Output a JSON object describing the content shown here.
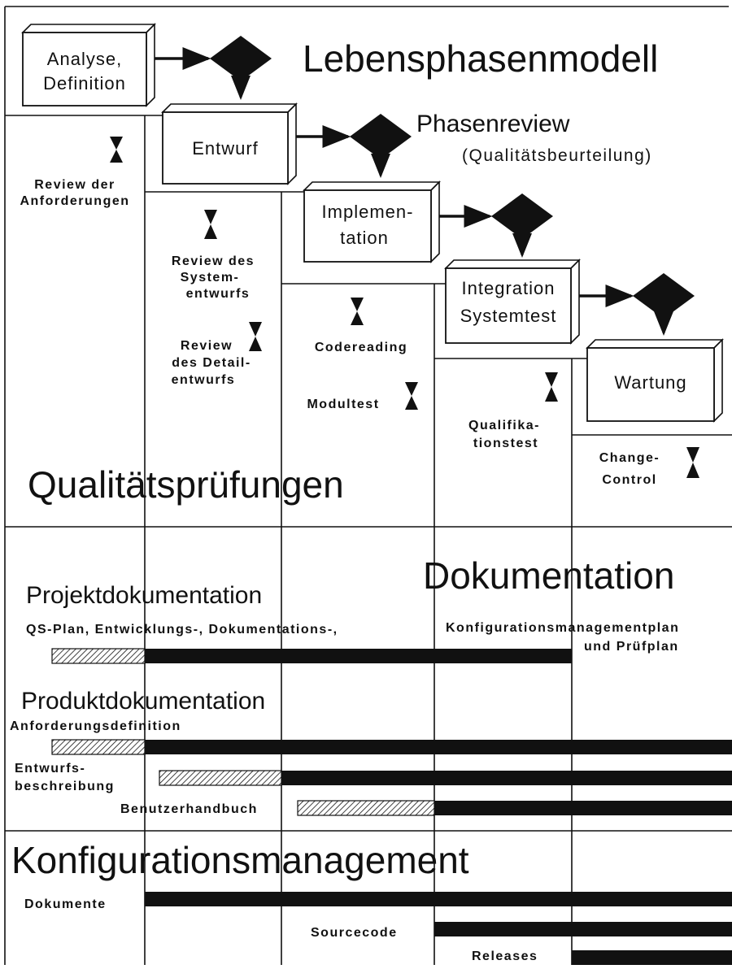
{
  "title": "Lebensphasenmodell",
  "review": {
    "heading": "Phasenreview",
    "subheading": "(Qualitätsbeurteilung)"
  },
  "phases": [
    {
      "lines": [
        "Analyse,",
        "Definition"
      ]
    },
    {
      "lines": [
        "Entwurf"
      ]
    },
    {
      "lines": [
        "Implemen-",
        "tation"
      ]
    },
    {
      "lines": [
        "Integration",
        "Systemtest"
      ]
    },
    {
      "lines": [
        "Wartung"
      ]
    }
  ],
  "quality": {
    "heading": "Qualitätsprüfungen",
    "items": [
      {
        "lines": [
          "Review der",
          "Anforderungen"
        ]
      },
      {
        "lines": [
          "Review des",
          "System-",
          "entwurfs"
        ]
      },
      {
        "lines": [
          "Review",
          "des Detail-",
          "entwurfs"
        ]
      },
      {
        "lines": [
          "Codereading"
        ]
      },
      {
        "lines": [
          "Modultest"
        ]
      },
      {
        "lines": [
          "Qualifika-",
          "tionstest"
        ]
      },
      {
        "lines": [
          "Change-",
          "Control"
        ]
      }
    ]
  },
  "documentation": {
    "heading": "Dokumentation",
    "project": {
      "heading": "Projektdokumentation",
      "text_left": "QS-Plan, Entwicklungs-, Dokumentations-,",
      "text_right_1": "Konfigurationsmanagementplan",
      "text_right_2": "und Prüfplan"
    },
    "product": {
      "heading": "Produktdokumentation",
      "items": [
        {
          "label": "Anforderungsdefinition"
        },
        {
          "label_1": "Entwurfs-",
          "label_2": "beschreibung"
        },
        {
          "label": "Benutzerhandbuch"
        }
      ]
    }
  },
  "configuration": {
    "heading": "Konfigurationsmanagement",
    "items": [
      "Dokumente",
      "Sourcecode",
      "Releases"
    ]
  }
}
